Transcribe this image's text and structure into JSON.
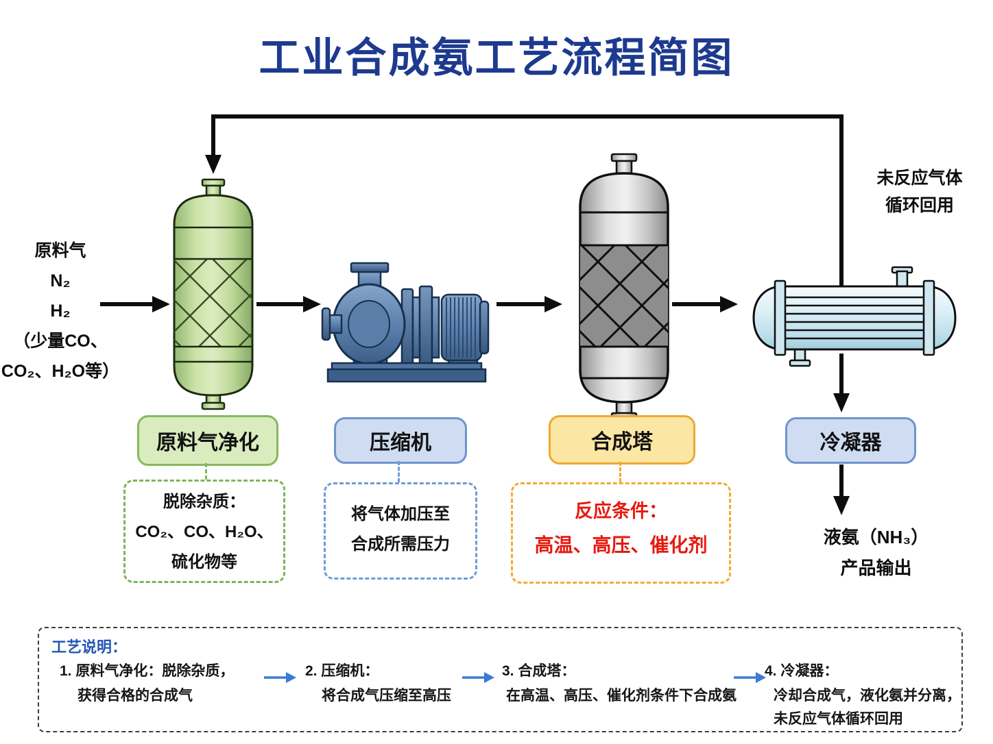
{
  "title": "工业合成氨工艺流程简图",
  "colors": {
    "title_navy": "#1d3a8f",
    "arrow_black": "#0d0d0d",
    "reaction_red": "#e7190e",
    "note_heading_blue": "#2257b4",
    "note_arrow_blue": "#3a7bd5",
    "purify_accent_green": "#84b860",
    "purify_fill": "#d9ecbe",
    "compressor_accent_blue": "#7093cc",
    "compressor_fill": "#cfdcf1",
    "tower_accent_orange": "#f0a735",
    "tower_fill": "#fbe6a3"
  },
  "icons": {
    "purifier": "vertical-packed-column-green",
    "compressor": "centrifugal-pump-with-motor-blue",
    "tower": "packed-reactor-column-gray",
    "condenser": "shell-and-tube-heat-exchanger-lightblue"
  },
  "feed": {
    "lines": [
      "原料气",
      "N₂",
      "H₂",
      "（少量CO、",
      "CO₂、H₂O等）"
    ]
  },
  "recycle": {
    "line1": "未反应气体",
    "line2": "循环回用"
  },
  "stages": [
    {
      "label": "原料气净化",
      "desc_lines": [
        "脱除杂质：",
        "CO₂、CO、H₂O、",
        "硫化物等"
      ]
    },
    {
      "label": "压缩机",
      "desc_lines": [
        "将气体加压至",
        "合成所需压力"
      ]
    },
    {
      "label": "合成塔",
      "desc_lines": [
        "反应条件：",
        "高温、高压、催化剂"
      ]
    },
    {
      "label": "冷凝器",
      "desc_lines": []
    }
  ],
  "product": {
    "line1": "液氨（NH₃）",
    "line2": "产品输出"
  },
  "notes": {
    "heading": "工艺说明：",
    "items": [
      {
        "lines": [
          "1. 原料气净化：脱除杂质，",
          "获得合格的合成气"
        ]
      },
      {
        "lines": [
          "2. 压缩机：",
          "将合成气压缩至高压"
        ]
      },
      {
        "lines": [
          "3. 合成塔：",
          "在高温、高压、催化剂条件下合成氨"
        ]
      },
      {
        "lines": [
          "4. 冷凝器：",
          "冷却合成气，液化氨并分离，",
          "未反应气体循环回用"
        ]
      }
    ]
  }
}
